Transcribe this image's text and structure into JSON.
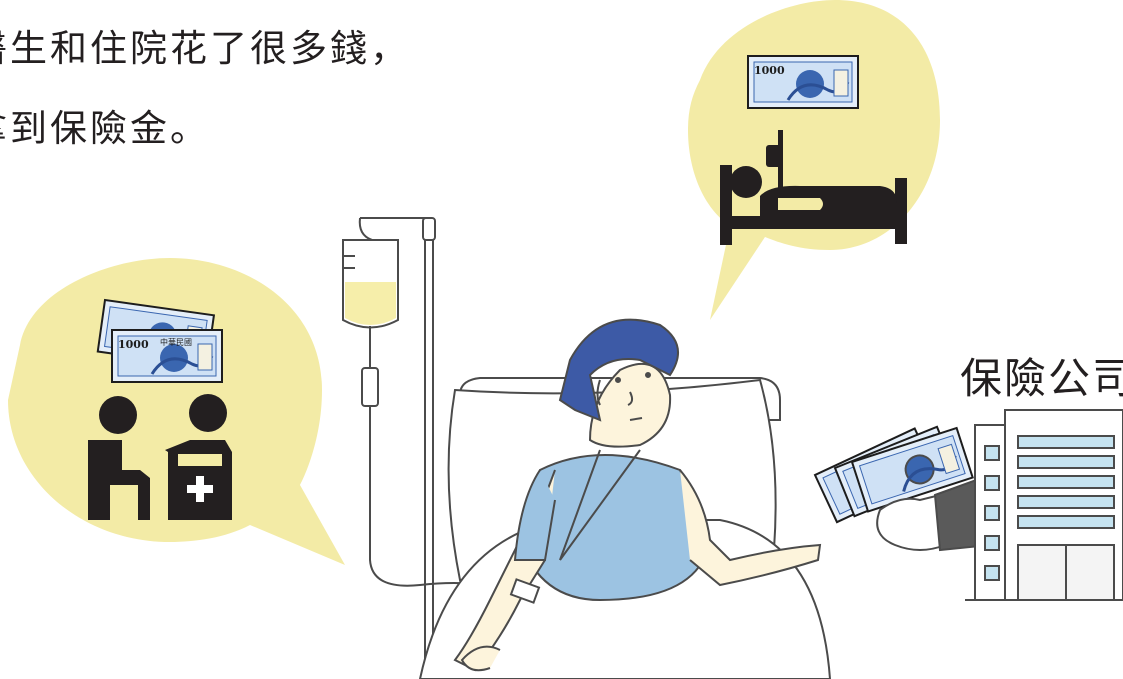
{
  "caption": {
    "line1": "醫生和住院花了很多錢，",
    "line2": "拿到保險金。"
  },
  "company": {
    "label": "保險公司"
  },
  "banknote": {
    "value": "1000",
    "issuer": "中華民國"
  },
  "colors": {
    "bubble": "#f3eba6",
    "gown": "#9cc3e2",
    "bandana": "#3d5aa6",
    "skin": "#fdf4dc",
    "iv_fluid": "#f6eeaa",
    "ink": "#231f20",
    "building_window": "#c5e3f0"
  },
  "icons": [
    "speech-bubble",
    "hospital-bed-icon",
    "doctor-consultation-icon",
    "banknote",
    "iv-drip-stand",
    "patient",
    "office-building",
    "hand-with-money"
  ]
}
